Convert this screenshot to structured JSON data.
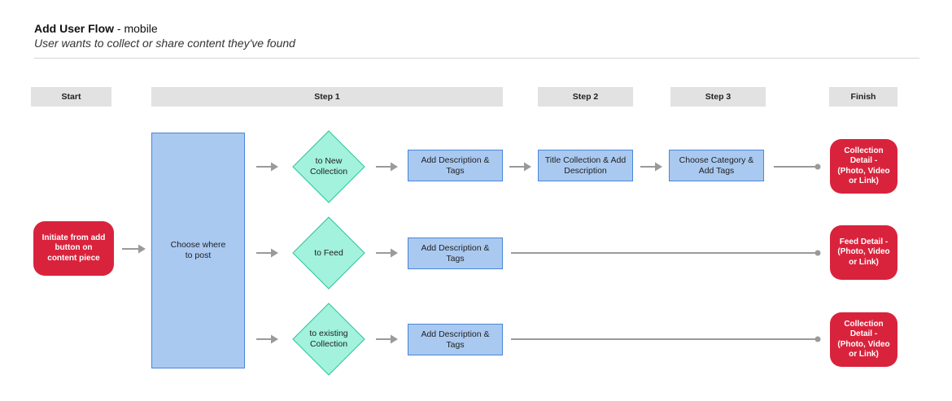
{
  "header": {
    "title_bold": "Add User Flow",
    "title_rest": " - mobile",
    "subtitle": "User wants to collect or share content they've found"
  },
  "stages": {
    "start": "Start",
    "step1": "Step 1",
    "step2": "Step 2",
    "step3": "Step 3",
    "finish": "Finish"
  },
  "nodes": {
    "initiate": "Initiate from add button on content piece",
    "choose_where": "Choose where to post",
    "to_new_collection": "to New Collection",
    "to_feed": "to Feed",
    "to_existing_collection": "to existing Collection",
    "add_desc_tags_1": "Add Description & Tags",
    "add_desc_tags_2": "Add Description & Tags",
    "add_desc_tags_3": "Add Description & Tags",
    "title_collection": "Title Collection & Add Description",
    "choose_category": "Choose Category & Add Tags",
    "collection_detail_1": "Collection Detail - (Photo, Video or Link)",
    "feed_detail": "Feed Detail - (Photo, Video or Link)",
    "collection_detail_2": "Collection Detail - (Photo, Video or Link)"
  },
  "colors": {
    "process_fill": "#aac9f1",
    "process_border": "#4a86d8",
    "decision_fill": "#a2f2dd",
    "decision_border": "#2cc49a",
    "terminal_fill": "#d9233c",
    "stage_fill": "#e2e2e2",
    "connector": "#9a9a9a"
  }
}
